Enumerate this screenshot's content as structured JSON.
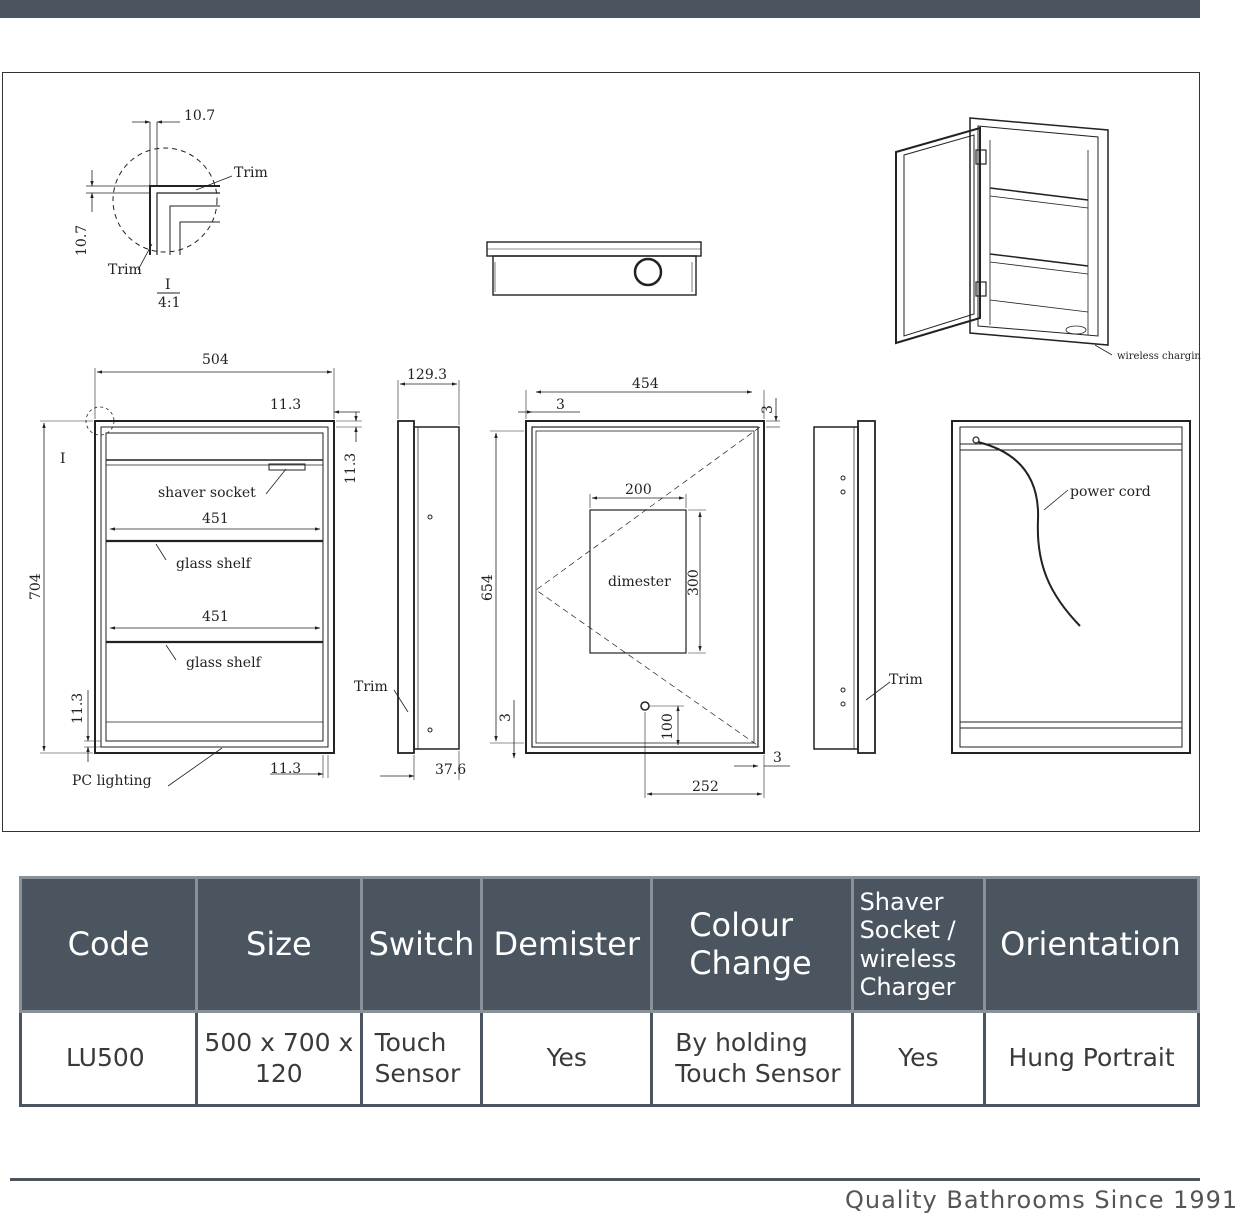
{
  "drawing": {
    "detail": {
      "dim_top": "10.7",
      "dim_side": "10.7",
      "trim_upper": "Trim",
      "trim_lower": "Trim",
      "section_id": "I",
      "scale": "4:1"
    },
    "open_view": {
      "note": "wireless chargin"
    },
    "front": {
      "width": "504",
      "dim_top_right": "11.3",
      "dim_right": "11.3",
      "height": "704",
      "section_marker": "I",
      "shaver_socket": "shaver socket",
      "shelf1_width": "451",
      "shelf1_label": "glass shelf",
      "shelf2_width": "451",
      "shelf2_label": "glass shelf",
      "dim_left_bottom": "11.3",
      "dim_bottom": "11.3",
      "pc_lighting": "PC lighting"
    },
    "side_left": {
      "depth": "129.3",
      "trim": "Trim",
      "bottom": "37.6"
    },
    "mirror": {
      "width": "454",
      "inset_top": "3",
      "inset_right": "3",
      "height": "654",
      "demister_width": "200",
      "demister_label": "dimester",
      "demister_height": "300",
      "inset_left": "3",
      "sensor_height": "100",
      "inset_bottom": "3",
      "sensor_offset": "252"
    },
    "side_right": {
      "trim": "Trim"
    },
    "back": {
      "power_cord": "power cord"
    }
  },
  "table": {
    "headers": [
      "Code",
      "Size",
      "Switch",
      "Demister",
      "Colour Change",
      "Shaver Socket / wireless Charger",
      "Orientation"
    ],
    "row": [
      "LU500",
      "500 x 700 x 120",
      "Touch Sensor",
      "Yes",
      "By holding Touch Sensor",
      "Yes",
      "Hung Portrait"
    ]
  },
  "footer": {
    "text": "Quality Bathrooms Since 1991"
  },
  "colors": {
    "accent": "#4a5560",
    "line": "#222222"
  }
}
